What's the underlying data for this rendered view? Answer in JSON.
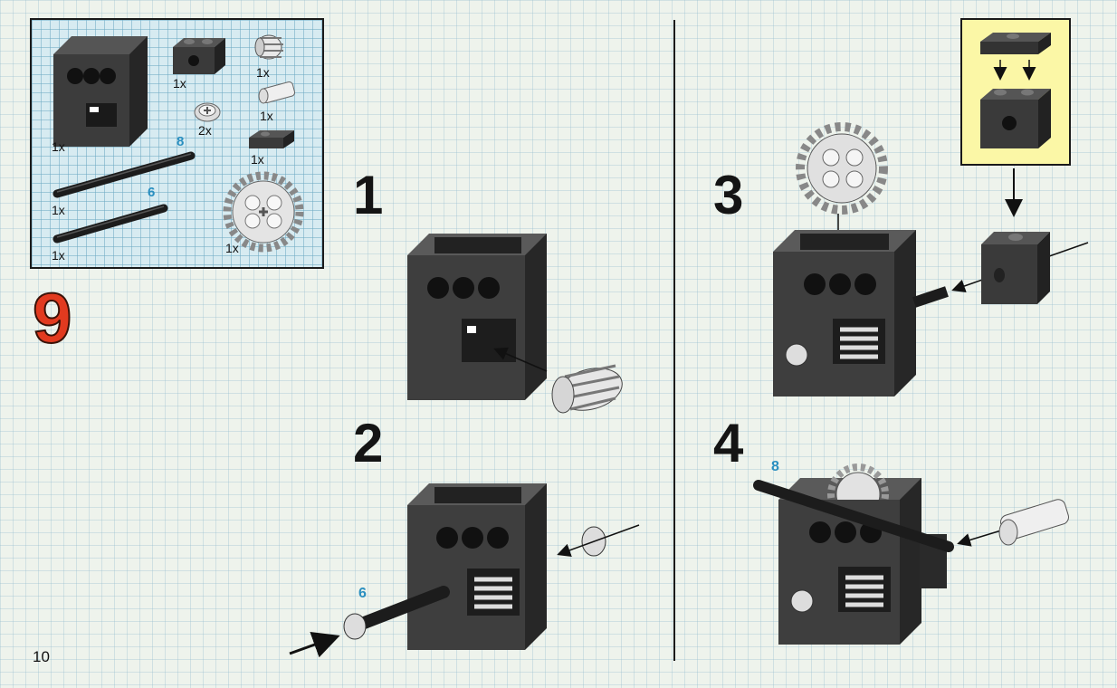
{
  "page": {
    "section_number": "9",
    "page_number": "10"
  },
  "parts_list": {
    "gearbox_qty": "1x",
    "brick_qty": "1x",
    "worm_gear_qty": "1x",
    "connector_qty": "1x",
    "bush_qty": "2x",
    "plate_qty": "1x",
    "axle8_length": "8",
    "axle8_qty": "1x",
    "axle6_length": "6",
    "axle6_qty": "1x",
    "gear24_qty": "1x"
  },
  "steps": {
    "step1": "1",
    "step2": "2",
    "step3": "3",
    "step4": "4",
    "step2_axle_length": "6",
    "step4_axle_length": "8"
  },
  "colors": {
    "section_number": "#e23a1f",
    "axle_length": "#2a8fc0",
    "callout_box": "#fbf7a6"
  }
}
